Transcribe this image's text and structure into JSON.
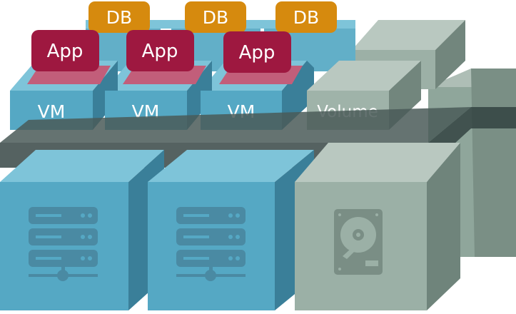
{
  "colors": {
    "blue_front": "#55a8c4",
    "blue_side": "#3a7f99",
    "blue_top": "#7ec4d9",
    "gray_front": "#9bb0a6",
    "gray_side": "#6f847b",
    "gray_top": "#b9c8c0",
    "band": "#3f4f4d",
    "app": "#9e1840",
    "db": "#d68a0e",
    "label": "#ffffff",
    "icon": "#4a8aa3",
    "disk_icon": "#7a8e85"
  },
  "labels": {
    "db": "DB",
    "app": "App",
    "vm": "VM",
    "volume": "Volume"
  },
  "icons": {
    "server_left": "server-rack-icon",
    "server_right": "server-rack-icon",
    "storage": "hard-disk-icon"
  }
}
